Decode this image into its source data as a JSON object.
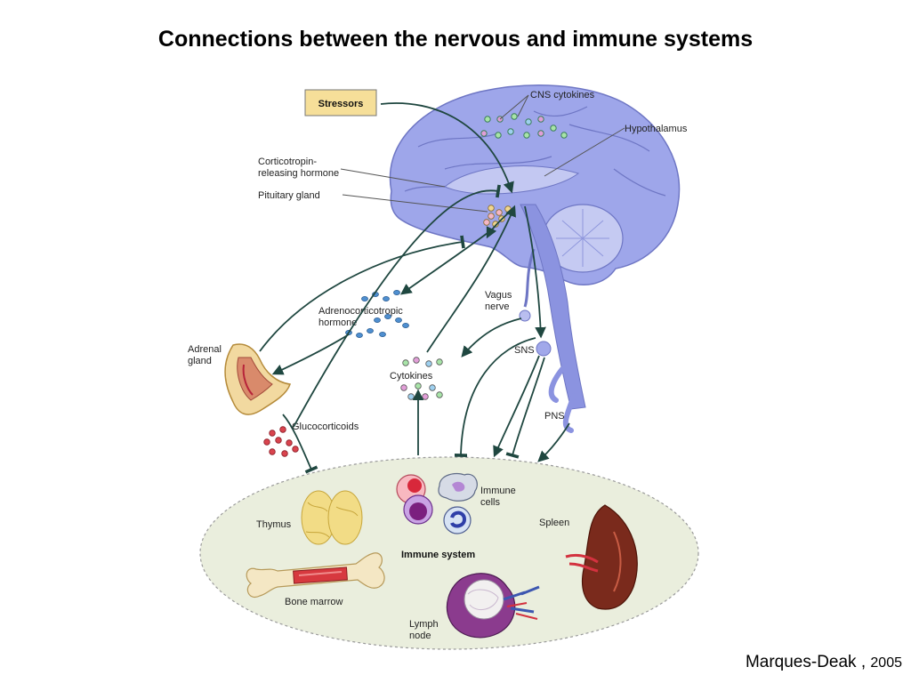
{
  "title": "Connections between the nervous and immune systems",
  "labels": {
    "stressors": "Stressors",
    "cns_cytokines": "CNS cytokines",
    "hypothalamus": "Hypothalamus",
    "crh_line1": "Corticotropin-",
    "crh_line2": "releasing hormone",
    "pituitary": "Pituitary gland",
    "acth_line1": "Adrenocorticotropic",
    "acth_line2": "hormone",
    "vagus_line1": "Vagus",
    "vagus_line2": "nerve",
    "adrenal_line1": "Adrenal",
    "adrenal_line2": "gland",
    "sns": "SNS",
    "cytokines": "Cytokines",
    "pns": "PNS",
    "glucocorticoids": "Glucocorticoids",
    "thymus": "Thymus",
    "immune_cells_line1": "Immune",
    "immune_cells_line2": "cells",
    "spleen": "Spleen",
    "immune_system": "Immune system",
    "bone_marrow": "Bone marrow",
    "lymph_line1": "Lymph",
    "lymph_line2": "node"
  },
  "citation": {
    "author": "Marques-Deak ,",
    "year": "2005"
  },
  "colors": {
    "brain": "#9ea6ea",
    "brain_dark": "#7c84d6",
    "arrow": "#1f4740",
    "immune_oval": "#eaeedd",
    "adrenal": "#f2d9a0",
    "glucocorticoid": "#d9444e",
    "acth": "#4f8fd0",
    "spleen": "#7a2a1c"
  }
}
